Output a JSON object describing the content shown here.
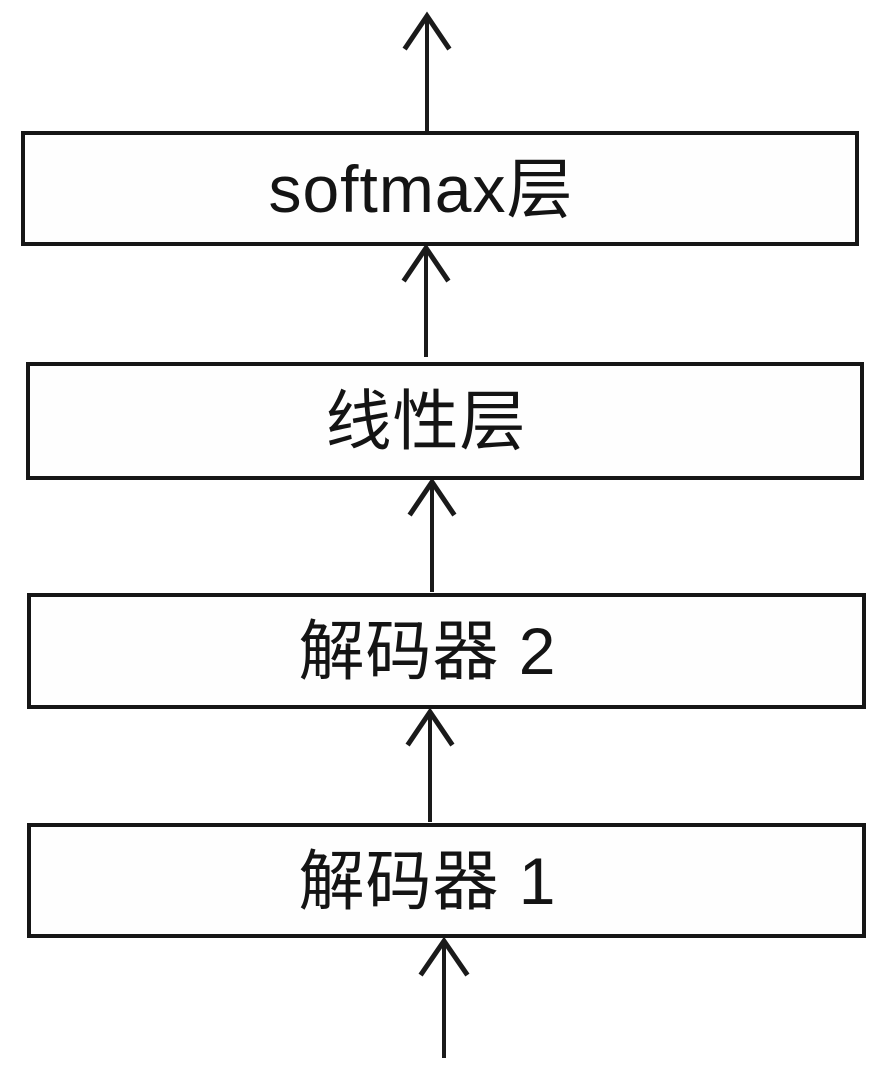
{
  "diagram": {
    "type": "flowchart",
    "orientation": "bottom-to-top",
    "background_color": "#ffffff",
    "box_fill_color": "#fefefe",
    "box_border_color": "#161616",
    "text_color": "#141414",
    "arrow_color": "#1a1a1a",
    "nodes": [
      {
        "id": "softmax-layer",
        "label": "softmax层"
      },
      {
        "id": "linear-layer",
        "label": "线性层"
      },
      {
        "id": "decoder-2",
        "label": "解码器 2"
      },
      {
        "id": "decoder-1",
        "label": "解码器 1"
      }
    ],
    "arrows": [
      {
        "id": "arrow-softmax-to-output",
        "from": "softmax-layer",
        "to": "output-top",
        "direction": "up"
      },
      {
        "id": "arrow-linear-to-softmax",
        "from": "linear-layer",
        "to": "softmax-layer",
        "direction": "up"
      },
      {
        "id": "arrow-decoder2-to-linear",
        "from": "decoder-2",
        "to": "linear-layer",
        "direction": "up"
      },
      {
        "id": "arrow-decoder1-to-decoder2",
        "from": "decoder-1",
        "to": "decoder-2",
        "direction": "up"
      },
      {
        "id": "arrow-input-to-decoder1",
        "from": "input-bottom",
        "to": "decoder-1",
        "direction": "up"
      }
    ]
  }
}
